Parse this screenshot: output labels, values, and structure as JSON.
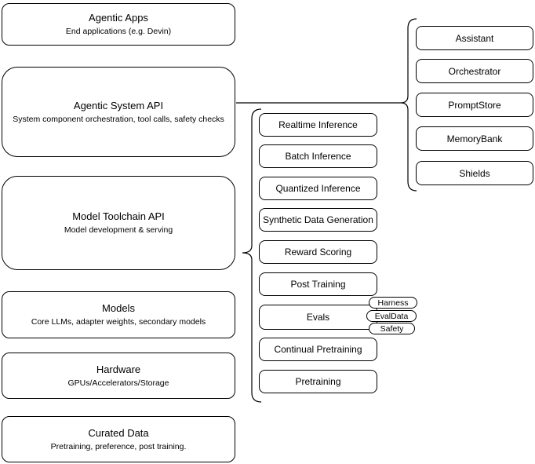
{
  "diagram": {
    "stack": [
      {
        "title": "Agentic Apps",
        "subtitle": "End applications (e.g. Devin)"
      },
      {
        "title": "Agentic System API",
        "subtitle": "System component orchestration, tool calls, safety checks"
      },
      {
        "title": "Model Toolchain API",
        "subtitle": "Model development & serving"
      },
      {
        "title": "Models",
        "subtitle": "Core LLMs, adapter weights, secondary models"
      },
      {
        "title": "Hardware",
        "subtitle": "GPUs/Accelerators/Storage"
      },
      {
        "title": "Curated Data",
        "subtitle": "Pretraining, preference, post training."
      }
    ],
    "toolchain_group": [
      "Realtime Inference",
      "Batch Inference",
      "Quantized Inference",
      "Synthetic Data Generation",
      "Reward Scoring",
      "Post Training",
      "Evals",
      "Continual Pretraining",
      "Pretraining"
    ],
    "eval_tags": [
      "Harness",
      "EvalData",
      "Safety"
    ],
    "agentic_group": [
      "Assistant",
      "Orchestrator",
      "PromptStore",
      "MemoryBank",
      "Shields"
    ],
    "colors": {
      "stroke": "#000000",
      "fill": "#ffffff",
      "text": "#000000"
    }
  }
}
